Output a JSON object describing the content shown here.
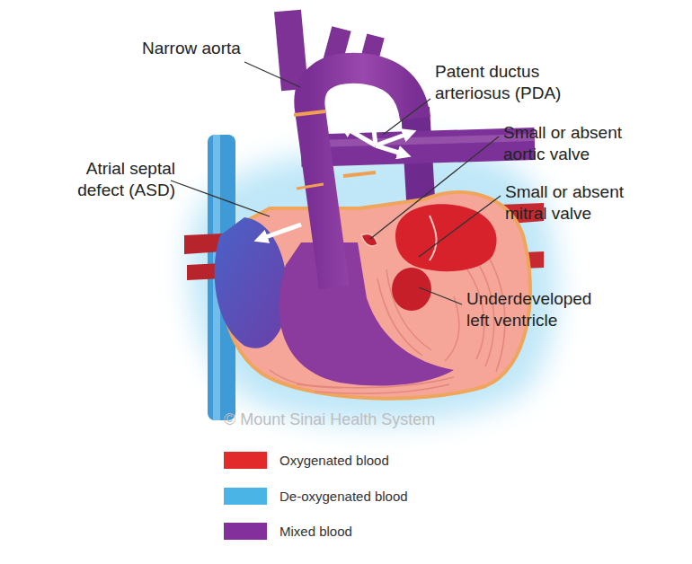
{
  "diagram": {
    "labels": [
      "Narrow aorta",
      "Patent ductus arteriosus (PDA)",
      "Atrial septal defect (ASD)",
      "Small or absent aortic valve",
      "Small or absent mitral valve",
      "Underdeveloped left ventricle",
      "© Mount Sinai Health System"
    ],
    "legend": [
      {
        "text": "Oxygenated blood",
        "color": "#e32a2a"
      },
      {
        "text": "De-oxygenated blood",
        "color": "#4bb4e6"
      },
      {
        "text": "Mixed blood",
        "color": "#84309c"
      }
    ]
  }
}
